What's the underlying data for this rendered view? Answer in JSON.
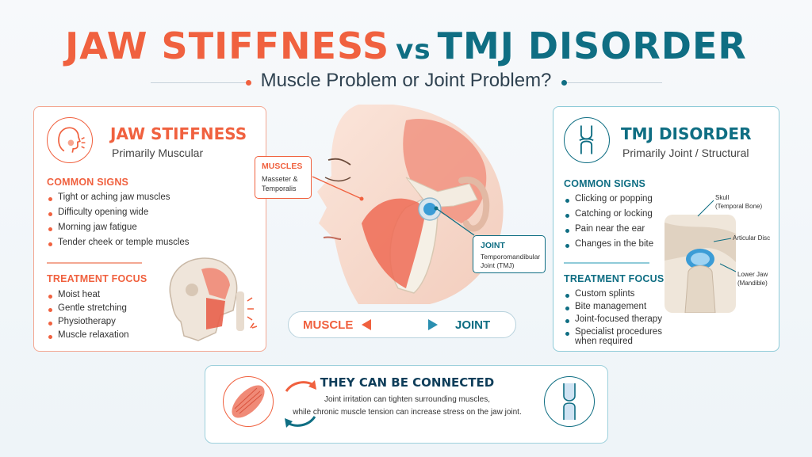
{
  "title": {
    "left": "JAW STIFFNESS",
    "vs": "vs",
    "right": "TMJ DISORDER"
  },
  "subtitle": "Muscle Problem or Joint Problem?",
  "colors": {
    "accent_left": "#f0613f",
    "accent_right": "#0f6e83"
  },
  "left_panel": {
    "icon": "face-pain-icon",
    "title": "JAW STIFFNESS",
    "subtitle": "Primarily Muscular",
    "signs_heading": "COMMON SIGNS",
    "signs": [
      "Tight or aching jaw muscles",
      "Difficulty opening wide",
      "Morning jaw fatigue",
      "Tender cheek or temple muscles"
    ],
    "treatment_heading": "TREATMENT FOCUS",
    "treatments": [
      "Moist heat",
      "Gentle stretching",
      "Physiotherapy",
      "Muscle relaxation"
    ]
  },
  "right_panel": {
    "icon": "knee-joint-icon",
    "title": "TMJ DISORDER",
    "subtitle": "Primarily Joint / Structural",
    "signs_heading": "COMMON SIGNS",
    "signs": [
      "Clicking or popping",
      "Catching or locking",
      "Pain near the ear",
      "Changes in the bite"
    ],
    "treatment_heading": "TREATMENT FOCUS",
    "treatments": [
      "Custom splints",
      "Bite management",
      "Joint-focused therapy",
      "Specialist procedures",
      "when required"
    ],
    "joint_labels": {
      "skull": "Skull",
      "skull_sub": "(Temporal Bone)",
      "disc": "Articular Disc",
      "jaw": "Lower Jaw",
      "jaw_sub": "(Mandible)"
    }
  },
  "center": {
    "muscles_label": "MUSCLES",
    "muscles_sub1": "Masseter &",
    "muscles_sub2": "Temporalis",
    "joint_label": "JOINT",
    "joint_sub1": "Temporomandibular",
    "joint_sub2": "Joint (TMJ)",
    "muscle_word": "MUSCLE",
    "joint_word": "JOINT"
  },
  "bottom": {
    "heading": "THEY CAN BE CONNECTED",
    "line1": "Joint irritation can tighten surrounding muscles,",
    "line2": "while chronic muscle tension can increase stress on the jaw joint."
  }
}
